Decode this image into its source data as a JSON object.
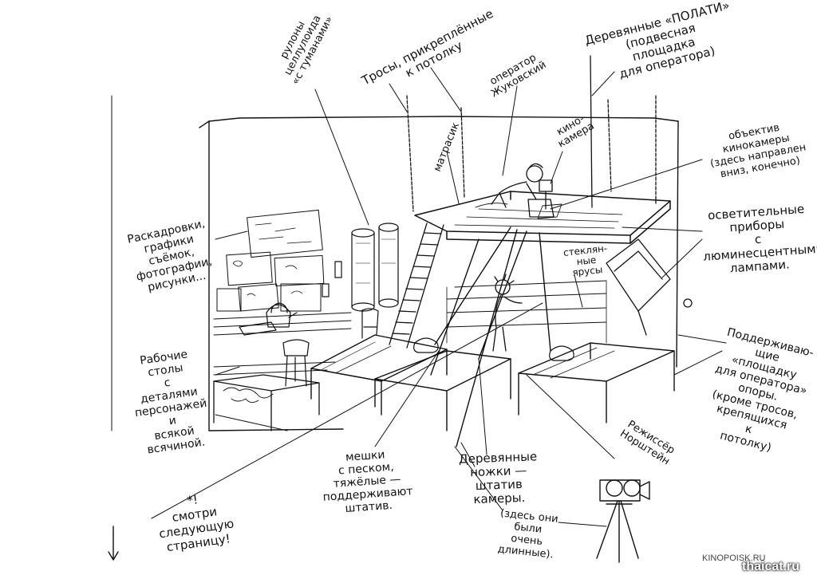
{
  "labels": {
    "rolls": "рулоны\nцеллулоида\n«с туманами»",
    "cables": "Тросы, прикреплённые\nк потолку",
    "operator": "оператор\nЖуковский",
    "decks": "Деревянные «ПОЛАТИ»\n(подвесная\nплощадка\nдля оператора)",
    "mattress": "матрасик",
    "camera": "кино-\nкамера",
    "lens": "объектив\nкинокамеры\n(здесь направлен\nвниз, конечно)",
    "lights": "осветительные\nприборы\nс\nлюминесцентными\nлампами.",
    "storyboards": "Раскадровки,\nграфики\nсъёмок,\nфотографии,\nрисунки...",
    "glass": "стеклян-\nные\nярусы",
    "desks": "Рабочие\nстолы\nс\nдеталями\nперсонажей\nи\nвсякой\nвсячиной.",
    "supports": "Поддерживаю-\nщие\n«площадку\nдля оператора»\nопоры.\n(кроме тросов,\nкрепящихся\nк\nпотолку)",
    "director": "Режиссёр\nНорштейн",
    "sandbags": "мешки\nс песком,\nтяжёлые —\nподдерживают\nштатив.",
    "legs": "Деревянные\nножки —\nштатив\nкамеры.",
    "legs_note": "(здесь они\nбыли\nочень\nдлинные).",
    "see_next": "*!\nсмотри\nследующую\nстраницу!"
  },
  "watermark": {
    "site1": "KINOPOISK.RU",
    "site2": "thaicat.ru"
  }
}
